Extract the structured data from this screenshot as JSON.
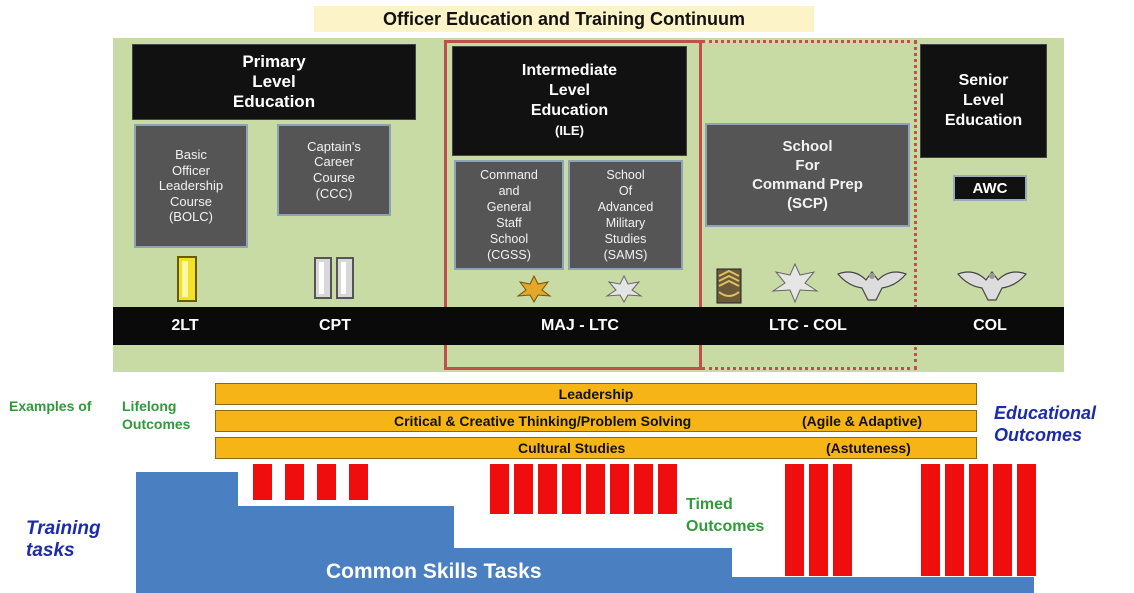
{
  "title": "Officer Education and Training Continuum",
  "levels": {
    "primary": "Primary\nLevel\nEducation",
    "intermediate": "Intermediate\nLevel\nEducation",
    "intermediate_abbr": "(ILE)",
    "senior": "Senior\nLevel\nEducation"
  },
  "courses": {
    "bolc": "Basic\nOfficer\nLeadership\nCourse\n(BOLC)",
    "ccc": "Captain's\nCareer\nCourse\n(CCC)",
    "cgss": "Command\nand\nGeneral\nStaff\nSchool\n(CGSS)",
    "sams": "School\nOf\nAdvanced\nMilitary\nStudies\n(SAMS)",
    "scp": "School\nFor\nCommand Prep\n(SCP)",
    "awc": "AWC"
  },
  "ranks": [
    "2LT",
    "CPT",
    "MAJ - LTC",
    "LTC - COL",
    "COL"
  ],
  "outcome_bars": {
    "leadership": "Leadership",
    "critical": "Critical & Creative Thinking/Problem Solving",
    "critical_note": "(Agile & Adaptive)",
    "cultural": "Cultural Studies",
    "cultural_note": "(Astuteness)"
  },
  "labels": {
    "lifelong_1": "Examples of",
    "lifelong_2": "Lifelong",
    "lifelong_3": "Outcomes",
    "educational_outcomes": "Educational\nOutcomes",
    "training_tasks": "Training\ntasks",
    "timed_outcomes": "Timed\nOutcomes",
    "common_skills": "Common Skills Tasks"
  },
  "colors": {
    "panel": "#c8dba5",
    "outcome_bar": "#f6b416",
    "timed_bar": "#ef0d0d",
    "skills": "#4a7fc1",
    "ile_border": "#c0504d"
  },
  "insignia": {
    "2lt": "gold-bar-icon",
    "cpt": "silver-double-bar-icon",
    "maj": "gold-oak-leaf-icon",
    "ltc": "silver-oak-leaf-icon",
    "csm": "sergeant-major-chevron-icon",
    "col": "eagle-icon"
  }
}
